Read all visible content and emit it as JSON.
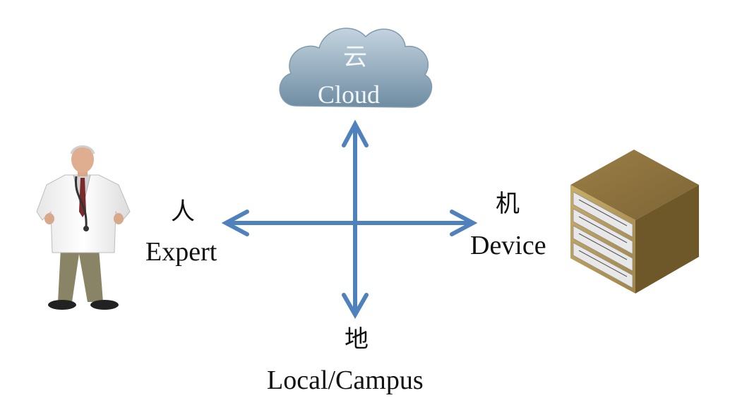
{
  "cloud": {
    "label_cn": "云",
    "label_en": "Cloud"
  },
  "expert": {
    "label_cn": "人",
    "label_en": "Expert"
  },
  "device": {
    "label_cn": "机",
    "label_en": "Device"
  },
  "local": {
    "label_cn": "地",
    "label_en": "Local/Campus"
  },
  "colors": {
    "arrow": "#4f81bd",
    "cloud_top": "#b9ccd9",
    "cloud_bottom": "#6f8ea4",
    "server_front": "#b89d5c",
    "server_top": "#8c7240",
    "server_side": "#6e5728"
  }
}
